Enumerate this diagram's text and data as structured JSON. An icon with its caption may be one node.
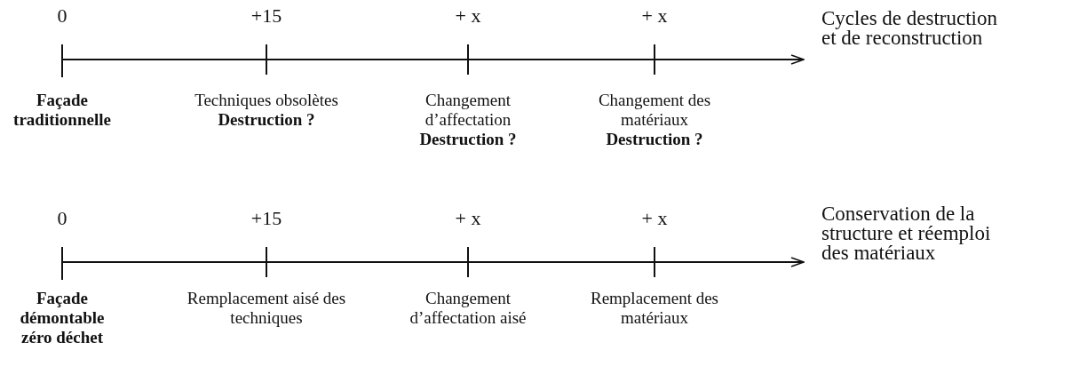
{
  "diagram": {
    "nodes": [
      {
        "text": [
          "Façade traditionnelle"
        ]
      },
      {
        "text": [
          "Techniques obsolètes",
          "Destruction ?"
        ]
      },
      {
        "text": [
          "Changement d’affectation",
          "Destruction ?"
        ]
      },
      {
        "text": [
          "Changement des matériaux",
          "Destruction ?"
        ]
      },
      {
        "text": [
          "Cycles de destruction et de reconstruction"
        ]
      },
      {
        "text": [
          "Façade démontable zéro déchet"
        ]
      },
      {
        "text": [
          "Remplacement aisé des techniques"
        ]
      },
      {
        "text": [
          "Changement d’affectation aisé"
        ]
      },
      {
        "text": [
          "Remplacement des matériaux"
        ]
      },
      {
        "text": [
          "Conservation de la structure et réemploi des matériaux"
        ]
      }
    ],
    "edges": [
      {
        "from": 0,
        "to": 4,
        "arrow": "to"
      },
      {
        "from": 5,
        "to": 9,
        "arrow": "to"
      }
    ],
    "labels": [
      "0",
      "+15",
      "+ x",
      "+ x",
      "0",
      "+15",
      "+ x",
      "+ x"
    ]
  }
}
